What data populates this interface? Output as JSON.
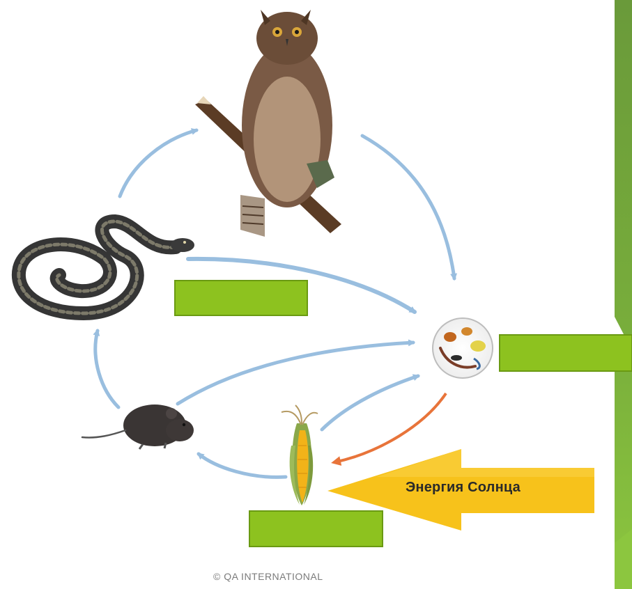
{
  "energy_label": "Энергия Солнца",
  "copyright": "© QA INTERNATIONAL",
  "organisms": [
    "owl",
    "snake",
    "mouse",
    "corn",
    "decomposers"
  ],
  "colors": {
    "arrow_blue": "#8fb8dc",
    "arrow_orange": "#e8743a",
    "sun_arrow": "#f7c21b",
    "label_box": "#8dc21f",
    "sidebar_green_dark": "#6a9a3a",
    "sidebar_green_light": "#8cc63f"
  }
}
